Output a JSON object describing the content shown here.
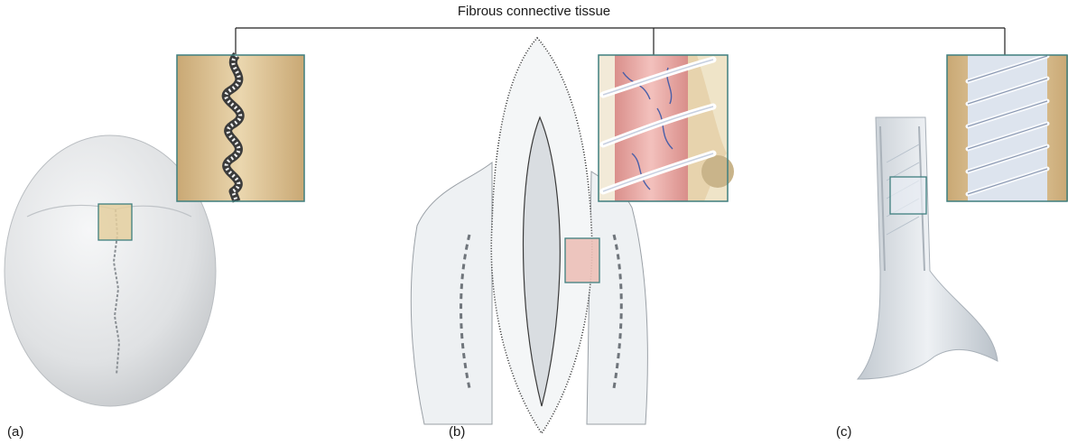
{
  "title": "Fibrous connective tissue",
  "panels": [
    {
      "label": "(a)"
    },
    {
      "label": "(b)"
    },
    {
      "label": "(c)"
    }
  ],
  "colors": {
    "inset_border": "#3f7f7f",
    "tan": "#dcc49a",
    "bone": "#e6e8ea",
    "fiber": "#d8dde8",
    "pink": "#e9a9a6",
    "vessel": "#4a5fa8"
  }
}
